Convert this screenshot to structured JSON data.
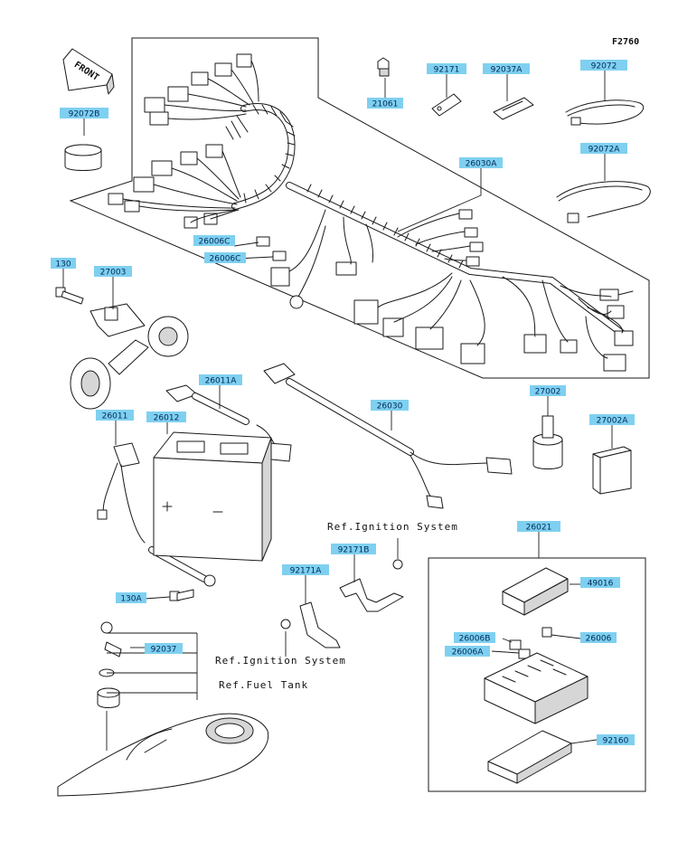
{
  "figure_code": "F2760",
  "front_label": "FRONT",
  "refs": {
    "ignition_1": "Ref.Ignition System",
    "ignition_2": "Ref.Ignition System",
    "fuel_tank": "Ref.Fuel Tank"
  },
  "parts": [
    {
      "id": "p-21061",
      "label": "21061"
    },
    {
      "id": "p-92171",
      "label": "92171"
    },
    {
      "id": "p-92037A",
      "label": "92037A"
    },
    {
      "id": "p-92072",
      "label": "92072"
    },
    {
      "id": "p-92072B",
      "label": "92072B"
    },
    {
      "id": "p-26030A",
      "label": "26030A"
    },
    {
      "id": "p-92072A",
      "label": "92072A"
    },
    {
      "id": "p-26006C-1",
      "label": "26006C"
    },
    {
      "id": "p-26006C-2",
      "label": "26006C"
    },
    {
      "id": "p-130",
      "label": "130"
    },
    {
      "id": "p-27003",
      "label": "27003"
    },
    {
      "id": "p-26011A",
      "label": "26011A"
    },
    {
      "id": "p-26011",
      "label": "26011"
    },
    {
      "id": "p-26012",
      "label": "26012"
    },
    {
      "id": "p-26030",
      "label": "26030"
    },
    {
      "id": "p-27002",
      "label": "27002"
    },
    {
      "id": "p-27002A",
      "label": "27002A"
    },
    {
      "id": "p-92171B",
      "label": "92171B"
    },
    {
      "id": "p-26021",
      "label": "26021"
    },
    {
      "id": "p-92171A",
      "label": "92171A"
    },
    {
      "id": "p-49016",
      "label": "49016"
    },
    {
      "id": "p-130A",
      "label": "130A"
    },
    {
      "id": "p-92037",
      "label": "92037"
    },
    {
      "id": "p-26006B",
      "label": "26006B"
    },
    {
      "id": "p-26006",
      "label": "26006"
    },
    {
      "id": "p-26006A",
      "label": "26006A"
    },
    {
      "id": "p-92160",
      "label": "92160"
    }
  ]
}
